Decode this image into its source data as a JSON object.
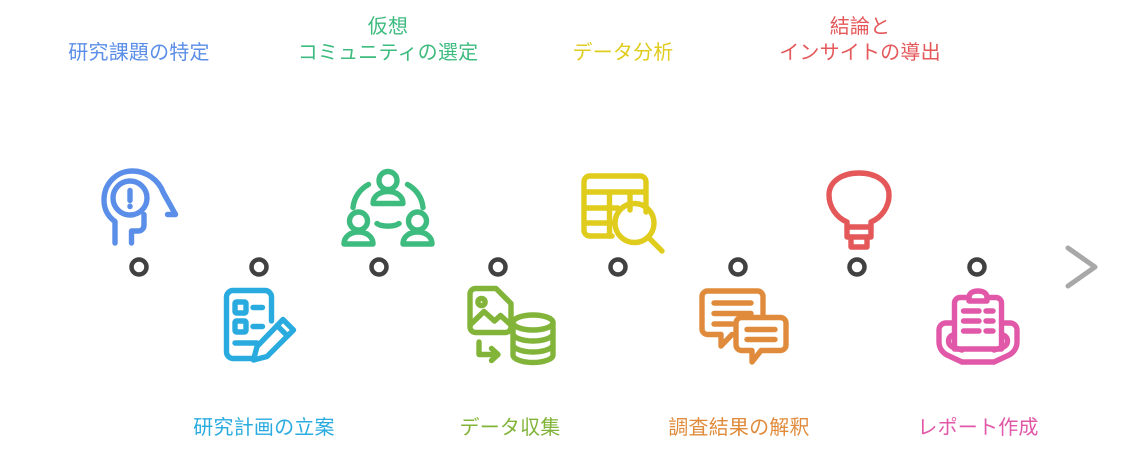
{
  "diagram": {
    "type": "timeline",
    "orientation": "horizontal",
    "axis": {
      "color_active": "#414141",
      "color_faded": "#9d9d9d",
      "arrow": "right-arrow",
      "node_count": 8,
      "node_fill": "#ffffff",
      "node_stroke": "#414141"
    },
    "steps": [
      {
        "index": 1,
        "label": "研究課題の特定",
        "position": "top",
        "color": "#5b8ee8",
        "icon": "head-with-exclamation-icon"
      },
      {
        "index": 2,
        "label": "研究計画の立案",
        "position": "bottom",
        "color": "#29abdf",
        "icon": "checklist-pencil-icon"
      },
      {
        "index": 3,
        "label": "仮想\nコミュニティの選定",
        "position": "top",
        "color": "#3ebb7f",
        "icon": "community-people-icon"
      },
      {
        "index": 4,
        "label": "データ収集",
        "position": "bottom",
        "color": "#82b43a",
        "icon": "image-to-database-icon"
      },
      {
        "index": 5,
        "label": "データ分析",
        "position": "top",
        "color": "#e0cc1c",
        "icon": "table-magnifier-icon"
      },
      {
        "index": 6,
        "label": "調査結果の解釈",
        "position": "bottom",
        "color": "#e08b3c",
        "icon": "speech-bubbles-icon"
      },
      {
        "index": 7,
        "label": "結論と\nインサイトの導出",
        "position": "top",
        "color": "#e4585a",
        "icon": "lightbulb-icon"
      },
      {
        "index": 8,
        "label": "レポート作成",
        "position": "bottom",
        "color": "#e158a8",
        "icon": "hands-holding-report-icon"
      }
    ]
  }
}
